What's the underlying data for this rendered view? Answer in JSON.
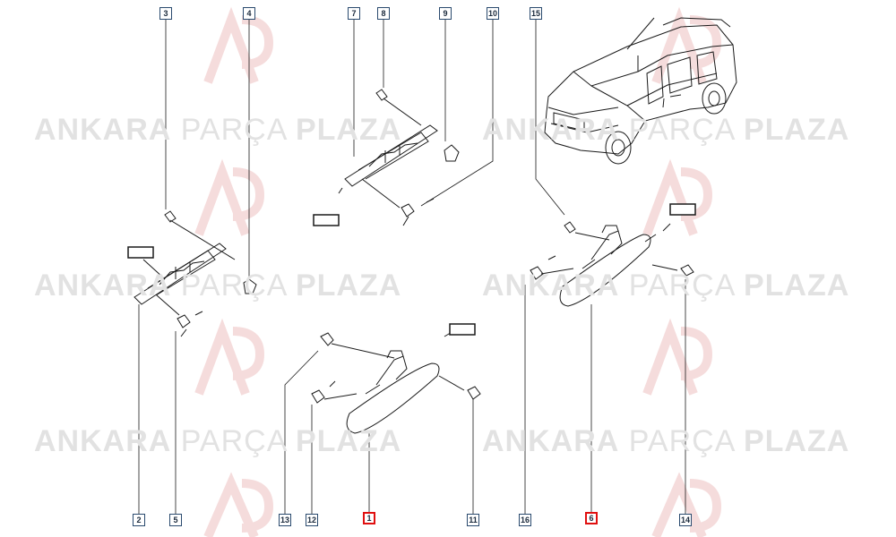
{
  "watermark": {
    "w1": "ANKARA",
    "w2": "PARÇA",
    "w3": "PLAZA"
  },
  "callouts": {
    "c1": "1",
    "c2": "2",
    "c3": "3",
    "c4": "4",
    "c5": "5",
    "c6": "6",
    "c7": "7",
    "c8": "8",
    "c9": "9",
    "c10": "10",
    "c11": "11",
    "c12": "12",
    "c13": "13",
    "c14": "14",
    "c15": "15",
    "c16": "16"
  },
  "highlighted_parts": [
    "1",
    "6"
  ],
  "colors": {
    "line": "#1a1a1a",
    "callout_border": "#2a4a6e",
    "highlight": "#e01010",
    "watermark": "#e2e2e2"
  }
}
